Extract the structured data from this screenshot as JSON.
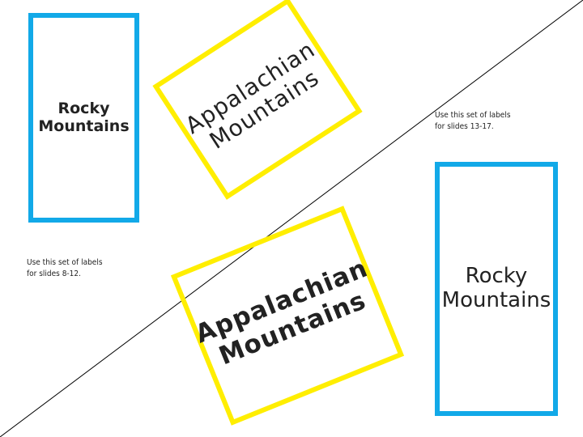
{
  "slide": {
    "cards": {
      "rocky_top": "Rocky\nMountains",
      "appalachian_top": "Appalachian\nMountains",
      "appalachian_bottom": "Appalachian\nMountains",
      "rocky_bottom": "Rocky\nMountains"
    },
    "notes": {
      "right": "Use this set of labels\nfor slides 13-17.",
      "left": "Use this set of labels\nfor slides 8-12."
    }
  },
  "colors": {
    "blue_border": "#12a9e8",
    "yellow_border": "#ffee00",
    "divider_line": "#000000",
    "background": "#ffffff"
  }
}
